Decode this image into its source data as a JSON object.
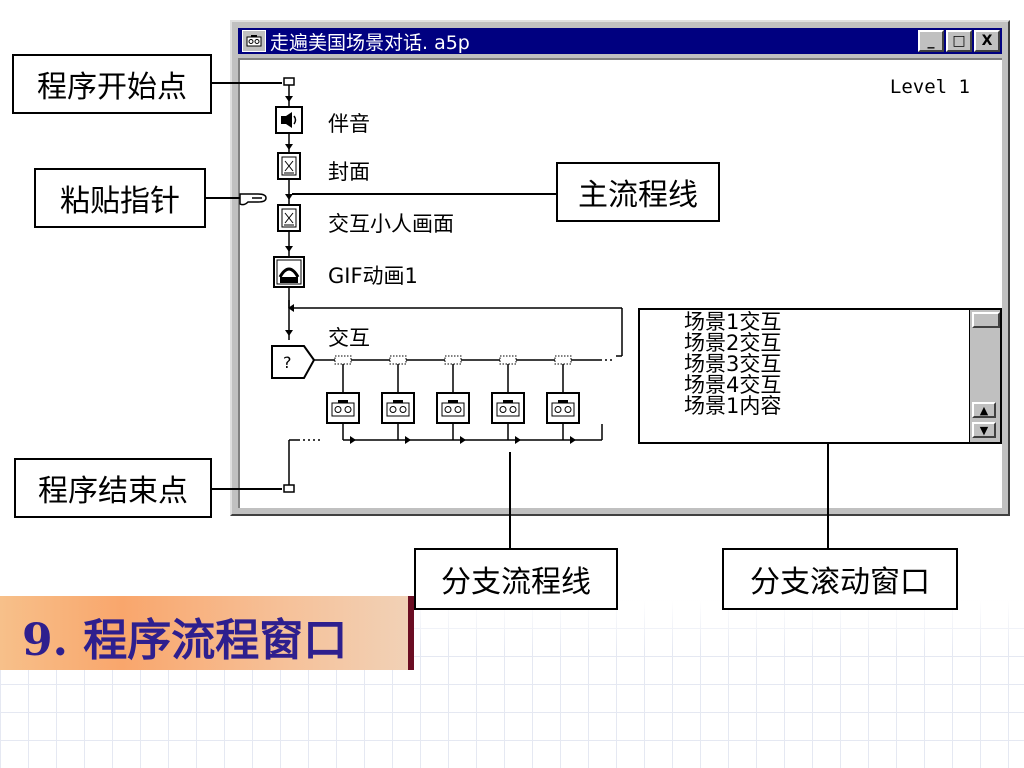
{
  "window": {
    "title": "走遍美国场景对话. a5p",
    "level": "Level 1",
    "controls": {
      "minimize": "_",
      "maximize": "□",
      "close": "X"
    }
  },
  "flow": {
    "items": [
      {
        "label": "伴音",
        "icon": "sound-icon"
      },
      {
        "label": "封面",
        "icon": "display-icon"
      },
      {
        "label": "交互小人画面",
        "icon": "display-icon"
      },
      {
        "label": "GIF动画1",
        "icon": "movie-icon"
      }
    ],
    "interaction_label": "交互",
    "branch_count": 5
  },
  "scroll_list": {
    "items": [
      "场景1交互",
      "场景2交互",
      "场景3交互",
      "场景4交互",
      "场景1内容"
    ]
  },
  "callouts": {
    "start_point": "程序开始点",
    "paste_pointer": "粘贴指针",
    "main_flow_line": "主流程线",
    "end_point": "程序结束点",
    "branch_flow_line": "分支流程线",
    "branch_scroll_window": "分支滚动窗口"
  },
  "heading": "9. 程序流程窗口"
}
